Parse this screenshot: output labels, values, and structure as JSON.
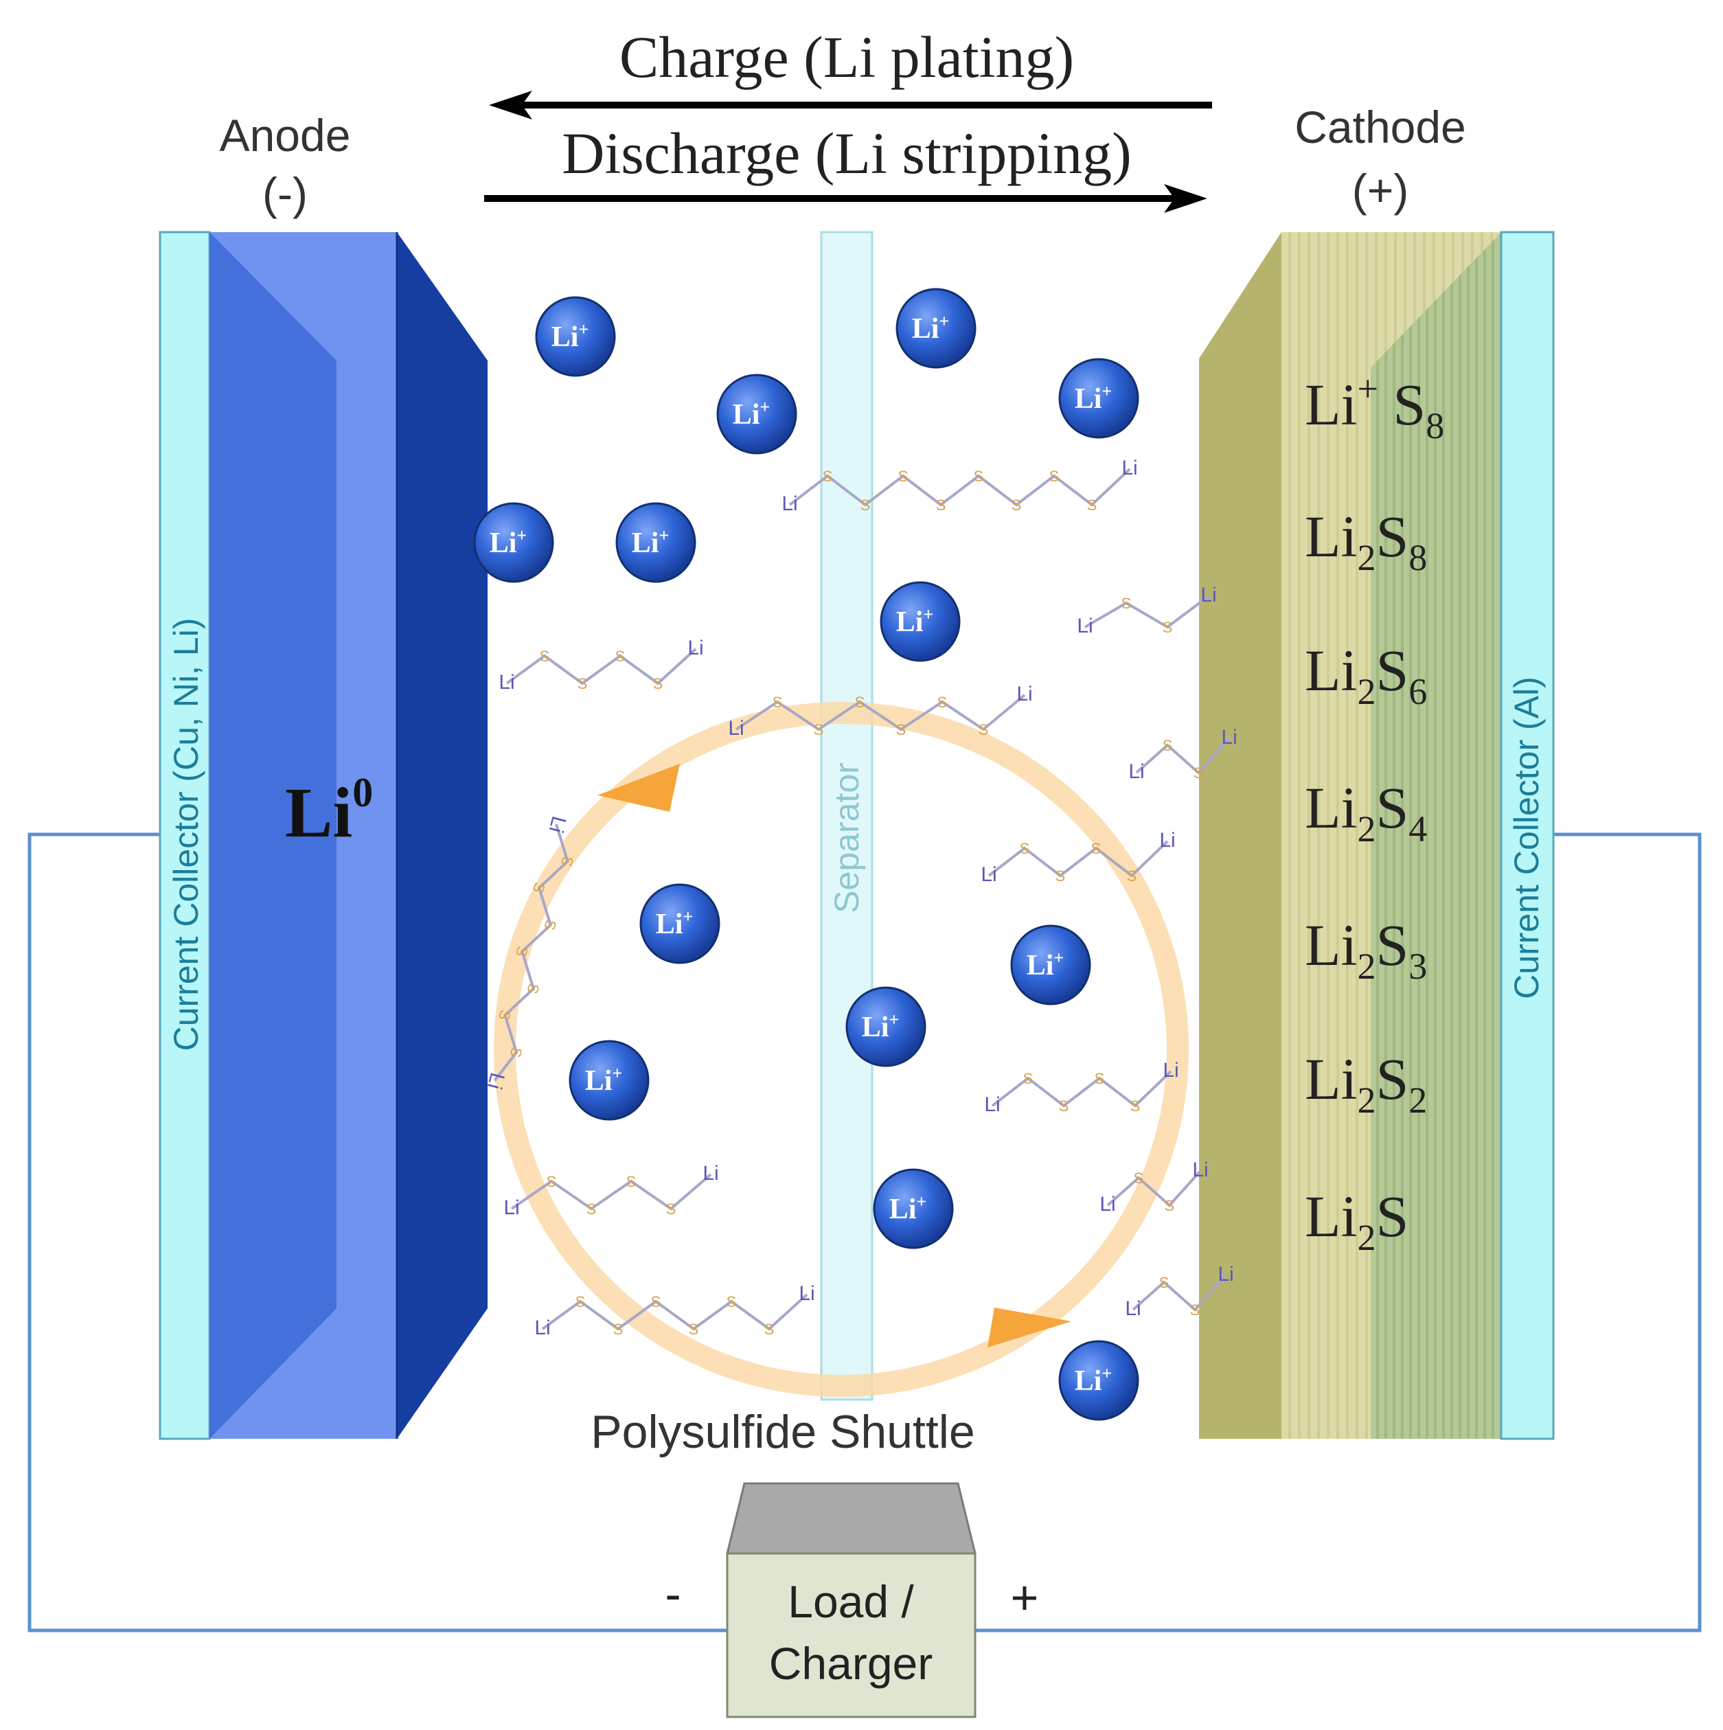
{
  "arrows": {
    "charge": "Charge (Li plating)",
    "discharge": "Discharge (Li stripping)"
  },
  "anode": {
    "title": "Anode",
    "sign": "(-)",
    "collector": "Current Collector (Cu, Ni, Li)",
    "metal_base": "Li",
    "metal_sup": "0"
  },
  "cathode": {
    "title": "Cathode",
    "sign": "(+)",
    "collector": "Current Collector (Al)",
    "species": [
      {
        "parts": [
          [
            "Li",
            ""
          ],
          [
            "+",
            "sup"
          ],
          [
            " S",
            ""
          ],
          [
            "8",
            "sub"
          ]
        ]
      },
      {
        "parts": [
          [
            "Li",
            ""
          ],
          [
            "2",
            "sub"
          ],
          [
            "S",
            ""
          ],
          [
            "8",
            "sub"
          ]
        ]
      },
      {
        "parts": [
          [
            "Li",
            ""
          ],
          [
            "2",
            "sub"
          ],
          [
            "S",
            ""
          ],
          [
            "6",
            "sub"
          ]
        ]
      },
      {
        "parts": [
          [
            "Li",
            ""
          ],
          [
            "2",
            "sub"
          ],
          [
            "S",
            ""
          ],
          [
            "4",
            "sub"
          ]
        ]
      },
      {
        "parts": [
          [
            "Li",
            ""
          ],
          [
            "2",
            "sub"
          ],
          [
            "S",
            ""
          ],
          [
            "3",
            "sub"
          ]
        ]
      },
      {
        "parts": [
          [
            "Li",
            ""
          ],
          [
            "2",
            "sub"
          ],
          [
            "S",
            ""
          ],
          [
            "2",
            "sub"
          ]
        ]
      },
      {
        "parts": [
          [
            "Li",
            ""
          ],
          [
            "2",
            "sub"
          ],
          [
            "S",
            ""
          ]
        ]
      }
    ]
  },
  "separator": "Separator",
  "shuttle": "Polysulfide Shuttle",
  "load": {
    "line1": "Load /",
    "line2": "Charger"
  },
  "circuit": {
    "minus": "-",
    "plus": "+"
  },
  "ion": {
    "base": "Li",
    "sup": "+"
  },
  "chain_atoms": {
    "li": "Li",
    "s": "S"
  },
  "colors": {
    "anode_light": "#6f93ee",
    "anode_mid": "#4470dc",
    "anode_dark": "#163ea0",
    "collector": "#b8f6f8",
    "cathode": "#c9c787",
    "cathode_side": "#b6b46c",
    "cathode_inner": "#a9c28a",
    "wire": "#5b8fd0",
    "ion": "#2f64d6",
    "shuttle": "#fbd9a8",
    "shuttle_arrow": "#f6a53a",
    "load_top": "#a9a9a9",
    "load_front": "#dee6d1"
  }
}
